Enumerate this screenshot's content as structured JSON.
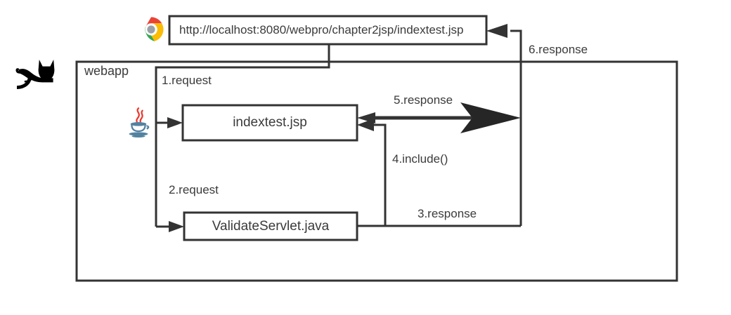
{
  "diagram": {
    "title_browser_url": "http://localhost:8080/webpro/chapter2jsp/indextest.jsp",
    "container_label": "webapp",
    "nodes": [
      {
        "id": "jsp",
        "label": "indextest.jsp"
      },
      {
        "id": "servlet",
        "label": "ValidateServlet.java"
      }
    ],
    "flow_labels": [
      {
        "id": "step1",
        "text": "1.request"
      },
      {
        "id": "step2",
        "text": "2.request"
      },
      {
        "id": "step3",
        "text": "3.response"
      },
      {
        "id": "step4",
        "text": "4.include()"
      },
      {
        "id": "step5",
        "text": "5.response"
      },
      {
        "id": "step6",
        "text": "6.response"
      }
    ],
    "icons": {
      "browser": "chrome-icon",
      "server": "tomcat-cat-icon",
      "runtime": "java-coffee-cup-icon"
    },
    "colors": {
      "line": "#333333",
      "text": "#3b3b3b",
      "background": "#ffffff",
      "chrome_red": "#ea4335",
      "chrome_green": "#34a853",
      "chrome_yellow": "#fbbc05",
      "chrome_blue": "#9aa0a6",
      "java_red": "#e8392f",
      "java_blue": "#5382a1",
      "tomcat_black": "#000000"
    }
  }
}
